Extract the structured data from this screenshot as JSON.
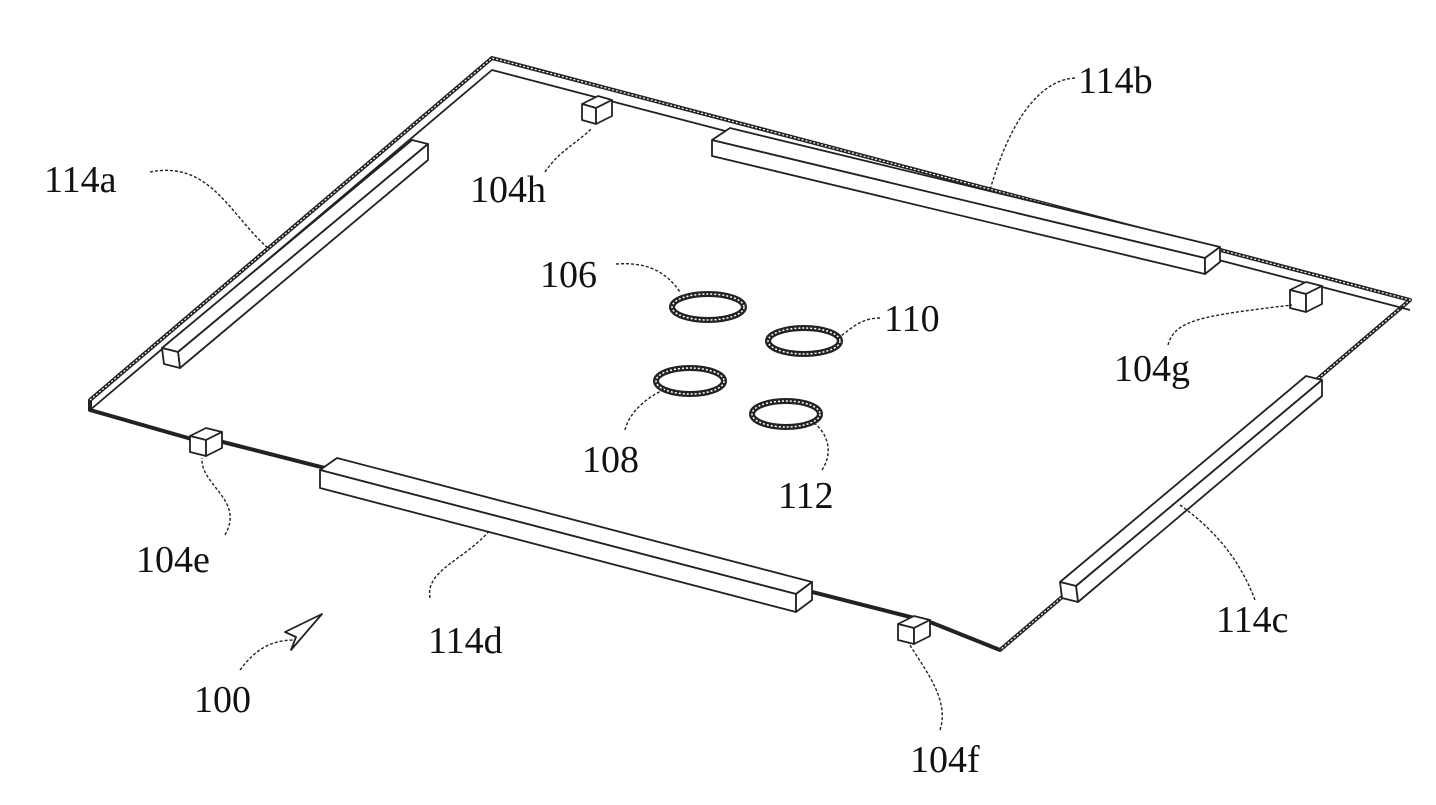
{
  "figure": {
    "labels": {
      "l100": "100",
      "l104e": "104e",
      "l104f": "104f",
      "l104g": "104g",
      "l104h": "104h",
      "l106": "106",
      "l108": "108",
      "l110": "110",
      "l112": "112",
      "l114a": "114a",
      "l114b": "114b",
      "l114c": "114c",
      "l114d": "114d"
    }
  }
}
